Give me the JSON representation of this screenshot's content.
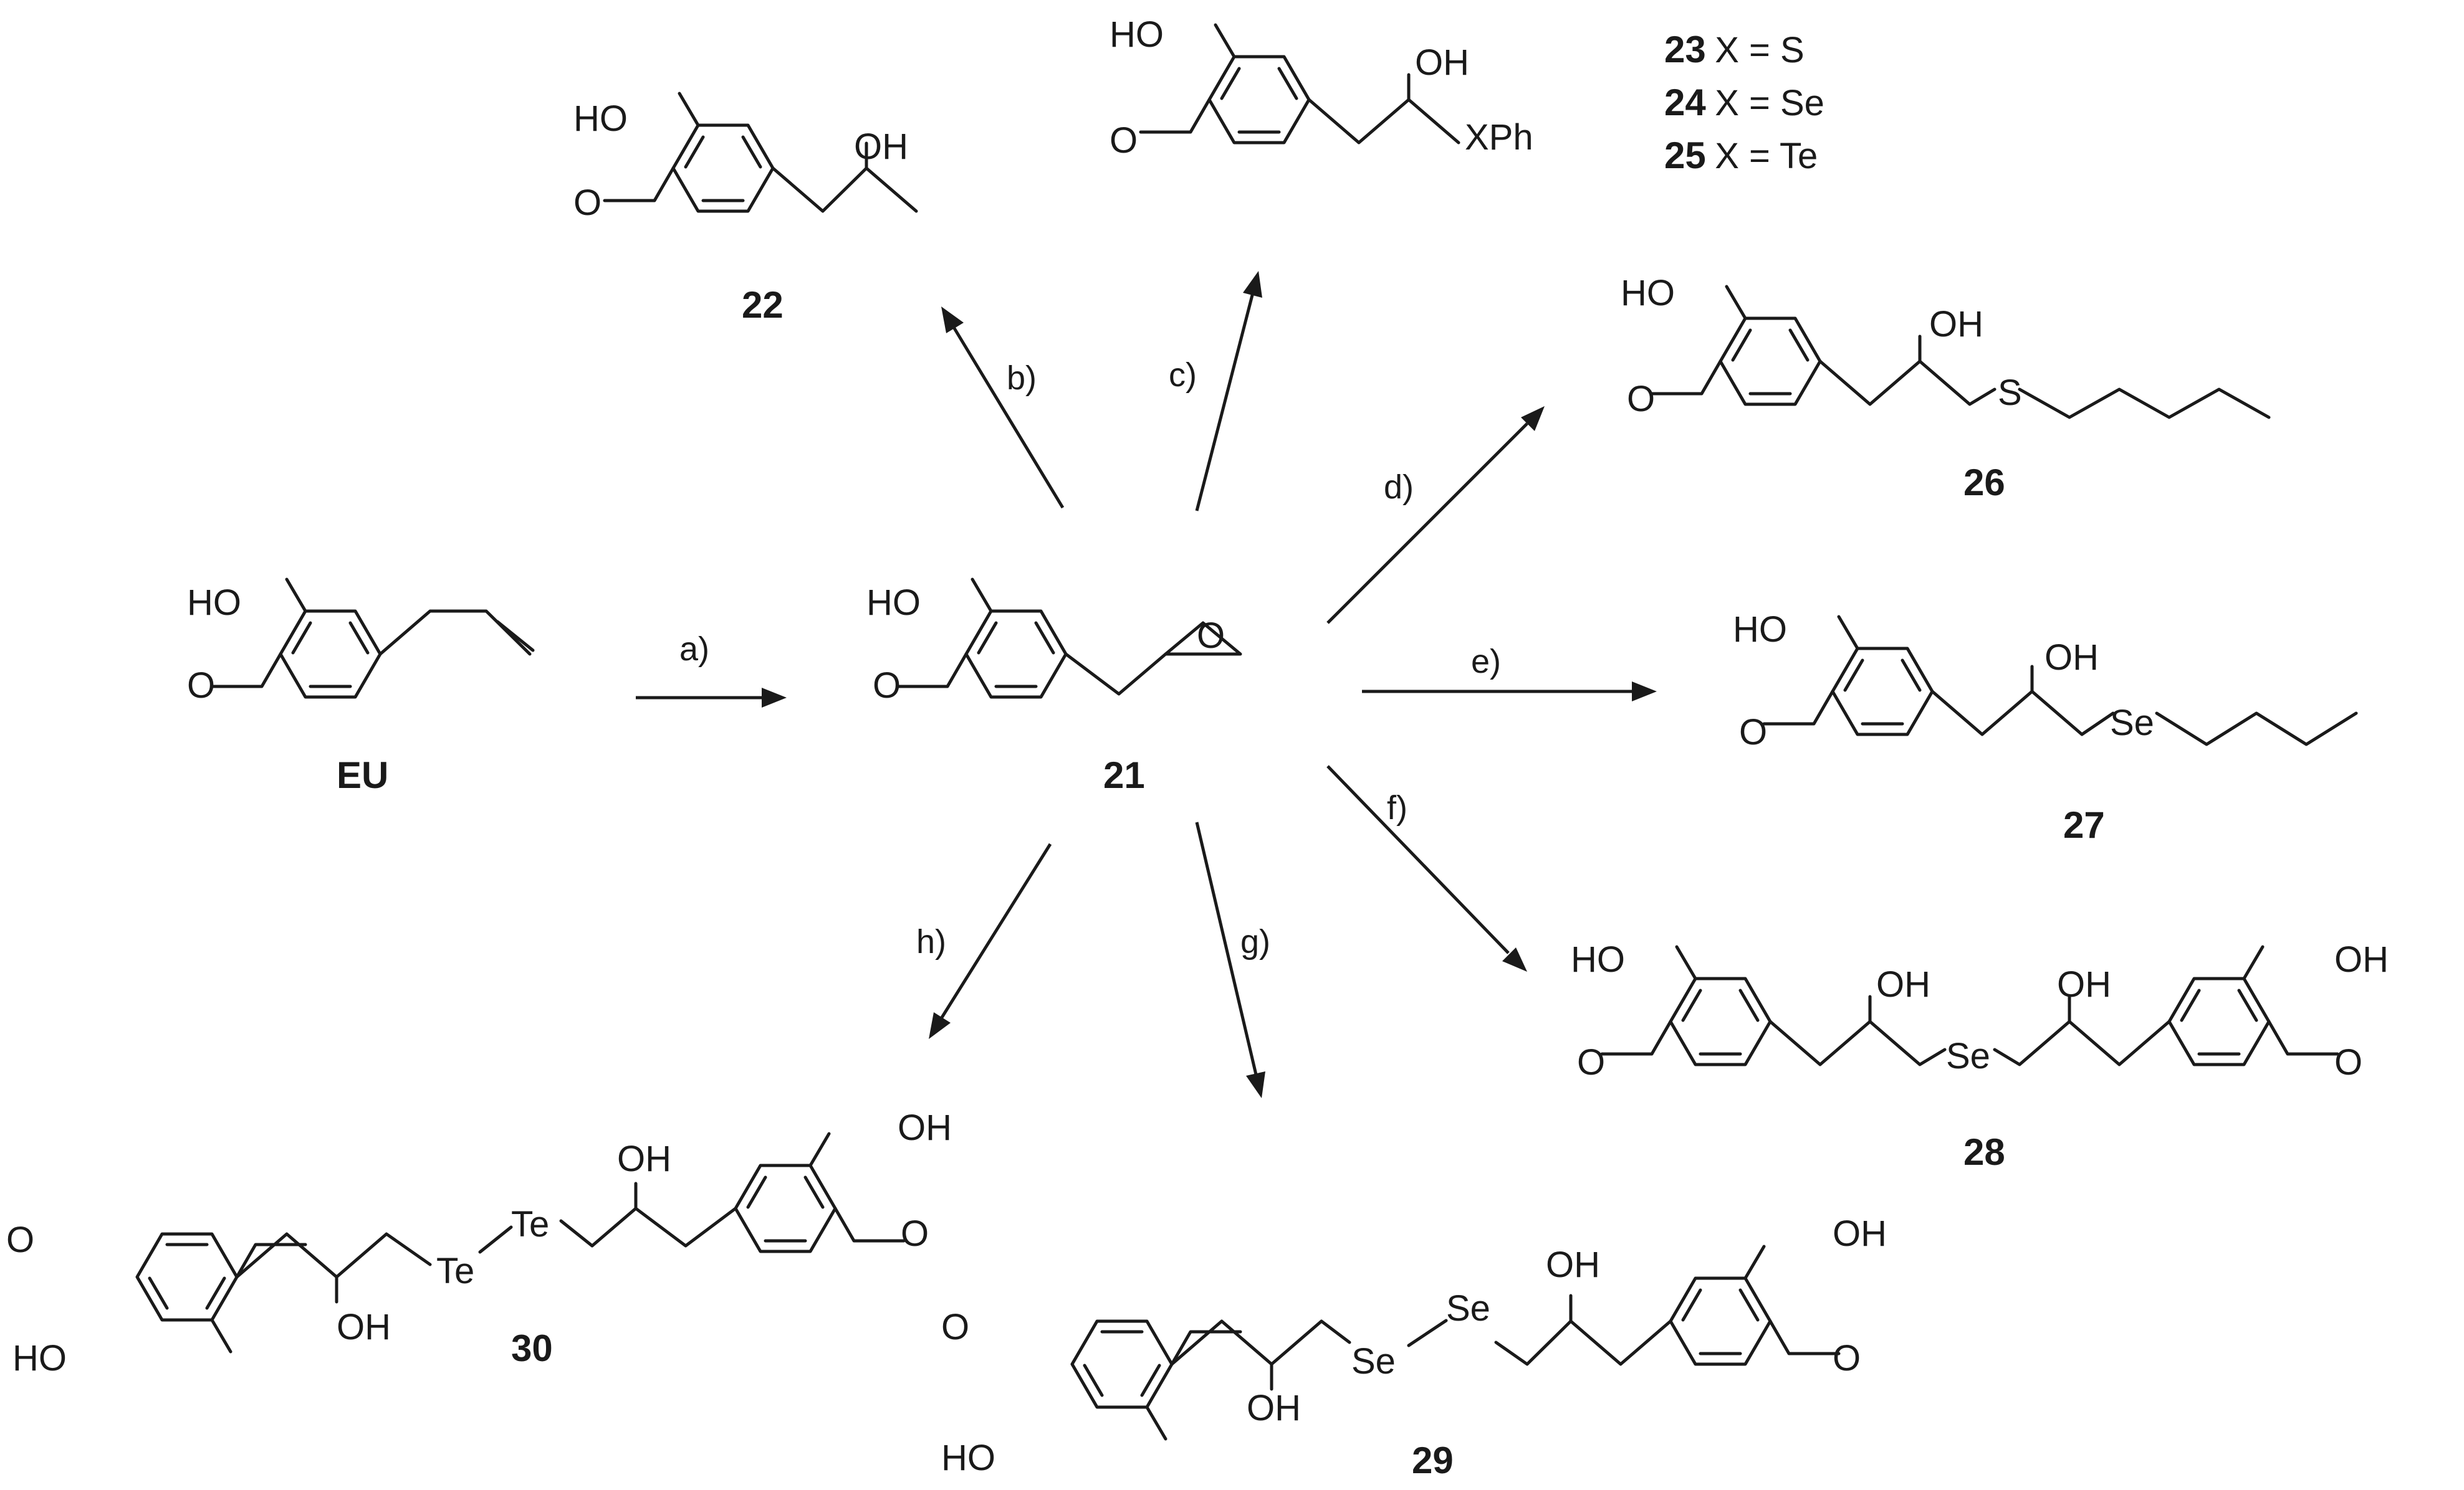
{
  "compounds": [
    {
      "id": "EU",
      "label": "EU"
    },
    {
      "id": "21",
      "label": "21"
    },
    {
      "id": "22",
      "label": "22"
    },
    {
      "id": "23-25",
      "labels": [
        {
          "num": "23",
          "text": "X = S"
        },
        {
          "num": "24",
          "text": "X = Se"
        },
        {
          "num": "25",
          "text": "X = Te"
        }
      ]
    },
    {
      "id": "26",
      "label": "26"
    },
    {
      "id": "27",
      "label": "27"
    },
    {
      "id": "28",
      "label": "28"
    },
    {
      "id": "29",
      "label": "29"
    },
    {
      "id": "30",
      "label": "30"
    }
  ],
  "atoms": {
    "HO": "HO",
    "OH": "OH",
    "O": "O",
    "XPh": "XPh",
    "S": "S",
    "Se": "Se",
    "Te": "Te"
  },
  "reactions": [
    {
      "step": "a)"
    },
    {
      "step": "b)"
    },
    {
      "step": "c)"
    },
    {
      "step": "d)"
    },
    {
      "step": "e)"
    },
    {
      "step": "f)"
    },
    {
      "step": "g)"
    },
    {
      "step": "h)"
    }
  ]
}
